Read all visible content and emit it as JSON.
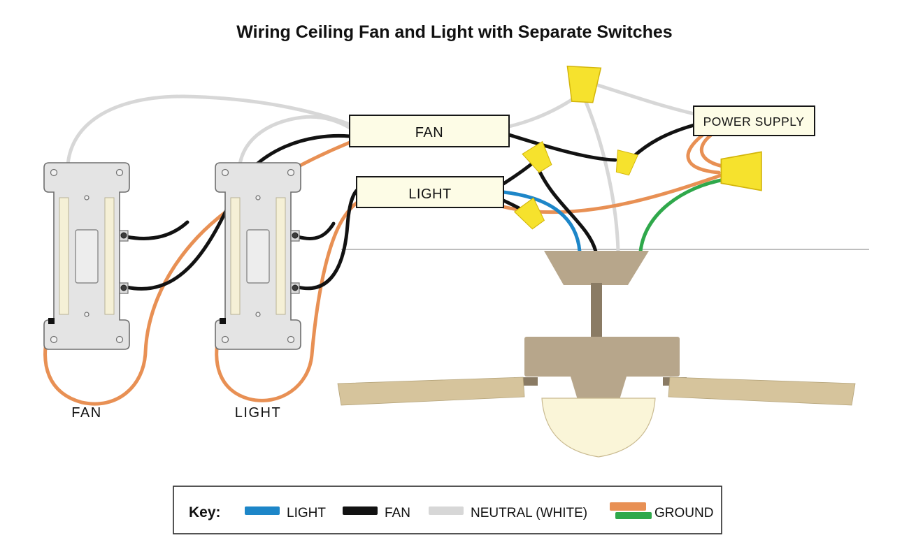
{
  "title": "Wiring Ceiling Fan and Light with Separate Switches",
  "components": {
    "fan_box_label": "FAN",
    "light_box_label": "LIGHT",
    "power_supply_label": "POWER SUPPLY",
    "fan_switch_label": "FAN",
    "light_switch_label": "LIGHT"
  },
  "key": {
    "title": "Key:",
    "items": [
      {
        "label": "LIGHT",
        "color": "#1d86c8"
      },
      {
        "label": "FAN",
        "color": "#121212"
      },
      {
        "label": "NEUTRAL (WHITE)",
        "color": "#d7d7d7"
      },
      {
        "label": "GROUND",
        "color": "#e89054",
        "color2": "#2fa84b"
      }
    ]
  },
  "colors": {
    "light_wire": "#1d86c8",
    "fan_wire": "#121212",
    "neutral_wire": "#d7d7d7",
    "ground_wire": "#e89054",
    "ground_green": "#2fa84b",
    "wire_nut": "#f6e22d",
    "component_box": "#fdfce6",
    "fan_body": "#b7a68b",
    "fan_blade": "#d6c49c",
    "fan_rod": "#8a7b64",
    "light_bowl": "#faf5d8",
    "switch_plate": "#e4e4e4",
    "switch_strip": "#f5f0d6"
  }
}
